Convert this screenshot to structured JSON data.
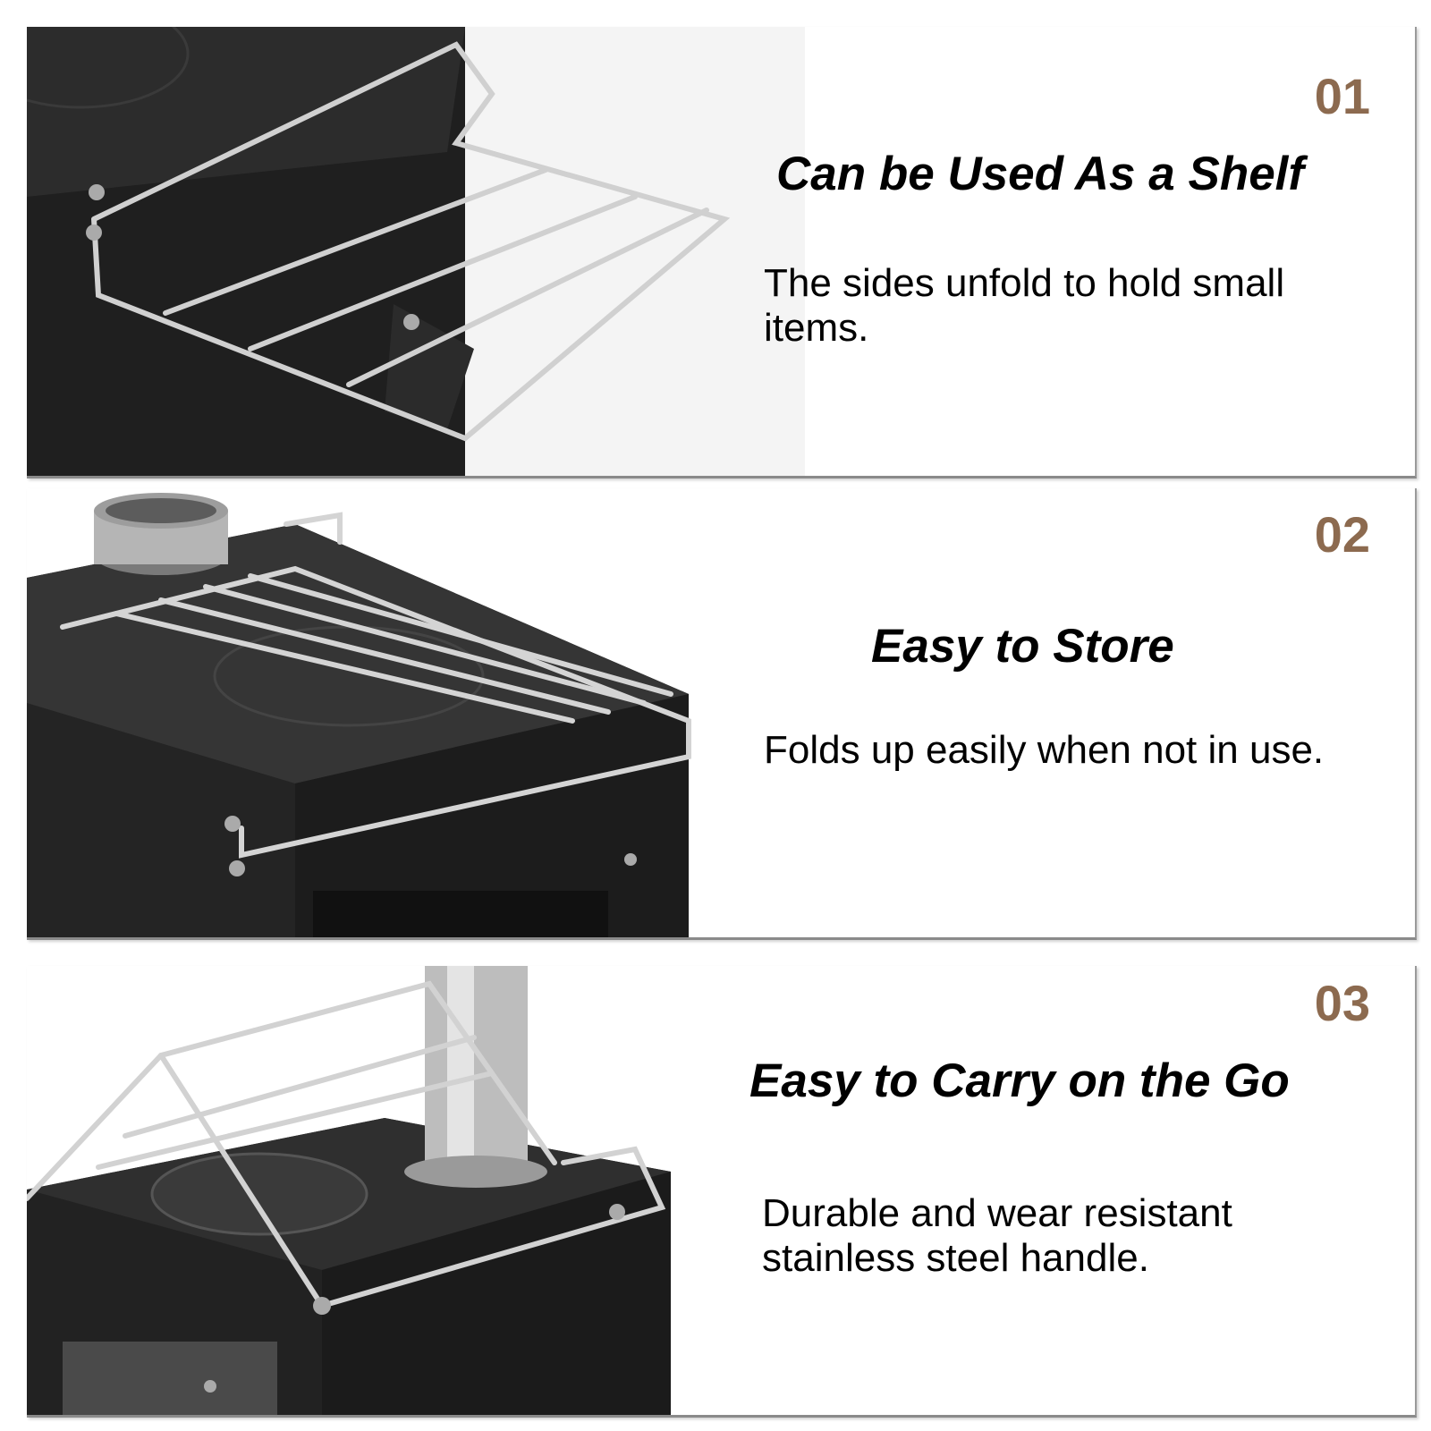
{
  "features": [
    {
      "number": "01",
      "title": "Can be Used As a Shelf",
      "description": "The sides unfold to hold small items."
    },
    {
      "number": "02",
      "title": "Easy to Store",
      "description": "Folds up easily when not in use."
    },
    {
      "number": "03",
      "title": "Easy to Carry on the Go",
      "description": "Durable and wear resistant stainless steel handle."
    }
  ],
  "colors": {
    "number_accent": "#8c6a4f",
    "stove_body": "#2a2a2a",
    "rack_steel": "#c8c8c8"
  }
}
